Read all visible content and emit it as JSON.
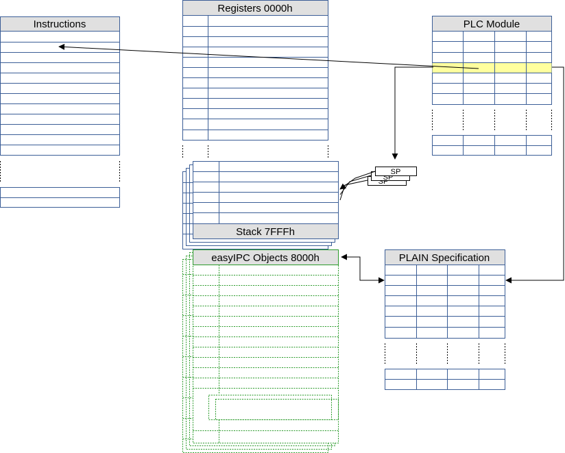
{
  "diagram": {
    "instructions": {
      "title": "Instructions"
    },
    "registers": {
      "title": "Registers 0000h"
    },
    "plc_module": {
      "title": "PLC Module"
    },
    "stack": {
      "title": "Stack 7FFFh",
      "behind_title": "Stack"
    },
    "objects": {
      "title": "easyIPC Objects 8000h"
    },
    "plain": {
      "title": "PLAIN Specification"
    },
    "sp": {
      "label": "SP",
      "label_2": "SP",
      "label_3": "SP"
    }
  },
  "colors": {
    "header_fill": "#e0e0e0",
    "table_stroke": "#3a5d96",
    "objects_stroke": "#2a9a2a",
    "highlight_row": "#ffff9e",
    "arrow": "#000000"
  }
}
